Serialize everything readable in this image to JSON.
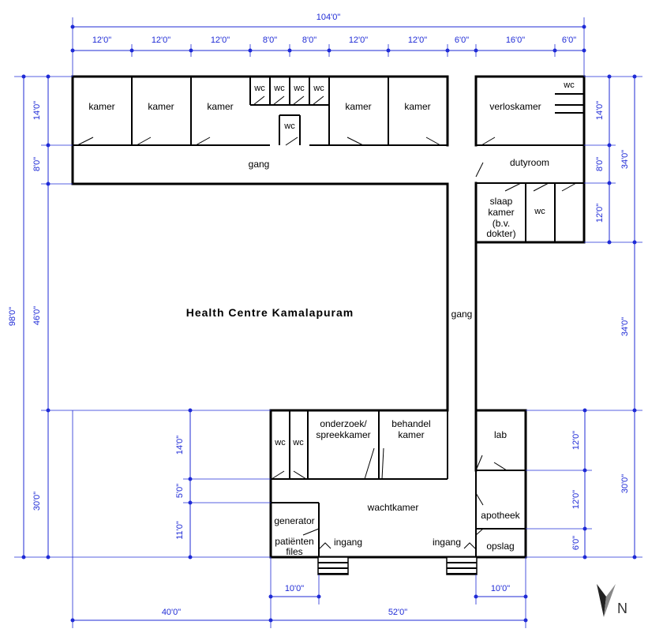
{
  "title": "Health Centre Kamalapuram",
  "rooms": {
    "kamer1": "kamer",
    "kamer2": "kamer",
    "kamer3": "kamer",
    "wc_top1": "wc",
    "wc_top2": "wc",
    "wc_top3": "wc",
    "wc_top4": "wc",
    "wc_top5": "wc",
    "kamer4": "kamer",
    "kamer5": "kamer",
    "verloskamer": "verloskamer",
    "wc_verlos": "wc",
    "gang_top": "gang",
    "dutyroom": "dutyroom",
    "slaapkamer_l1": "slaap",
    "slaapkamer_l2": "kamer",
    "slaapkamer_l3": "(b.v.",
    "slaapkamer_l4": "dokter)",
    "wc_slaap": "wc",
    "gang_side": "gang",
    "wc_bot1": "wc",
    "wc_bot2": "wc",
    "onderzoek_l1": "onderzoek/",
    "onderzoek_l2": "spreekkamer",
    "behandel_l1": "behandel",
    "behandel_l2": "kamer",
    "lab": "lab",
    "wachtkamer": "wachtkamer",
    "apotheek": "apotheek",
    "generator": "generator",
    "patienten_l1": "patiënten",
    "patienten_l2": "files",
    "ingang1": "ingang",
    "ingang2": "ingang",
    "opslag": "opslag"
  },
  "dims": {
    "top_total": "104'0\"",
    "top_segments": [
      "12'0\"",
      "12'0\"",
      "12'0\"",
      "8'0\"",
      "8'0\"",
      "12'0\"",
      "12'0\"",
      "6'0\"",
      "16'0\"",
      "6'0\""
    ],
    "left_total": "98'0\"",
    "left_segments": [
      "14'0\"",
      "8'0\"",
      "46'0\"",
      "30'0\""
    ],
    "left_inner": [
      "14'0\"",
      "5'0\"",
      "11'0\""
    ],
    "right_outer": [
      "34'0\"",
      "34'0\"",
      "30'0\""
    ],
    "right_top": [
      "14'0\"",
      "8'0\"",
      "12'0\""
    ],
    "right_bottom": [
      "12'0\"",
      "12'0\"",
      "6'0\""
    ],
    "bottom_segments": [
      "40'0\"",
      "52'0\""
    ],
    "bottom_inner_left": "10'0\"",
    "bottom_inner_right": "10'0\""
  },
  "compass": {
    "letter": "N"
  }
}
